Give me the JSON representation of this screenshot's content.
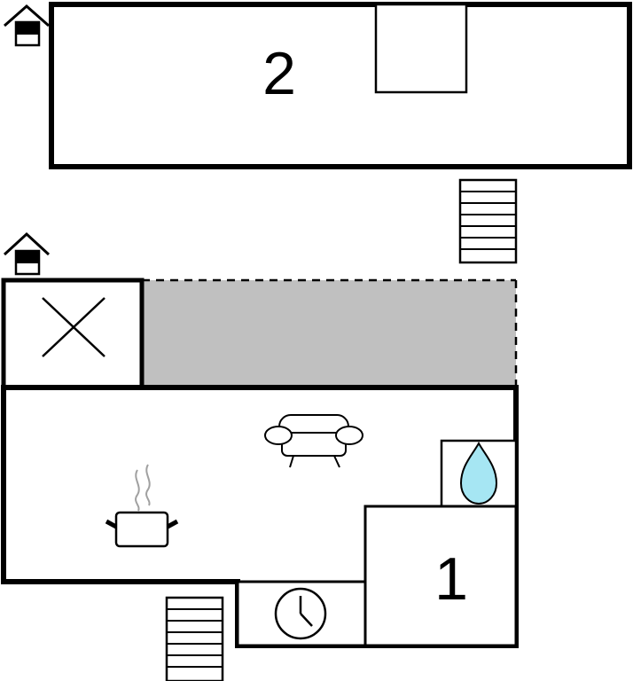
{
  "floors": [
    {
      "level_icon": "floor-level-house-icon",
      "rooms": [
        {
          "label": "2",
          "kind": "bedroom"
        }
      ],
      "features": [
        "wardrobe",
        "staircase"
      ]
    },
    {
      "level_icon": "floor-level-house-icon",
      "rooms": [
        {
          "label": "1",
          "kind": "bedroom"
        },
        {
          "label": "",
          "kind": "living-kitchen"
        },
        {
          "label": "",
          "kind": "bathroom"
        },
        {
          "label": "",
          "kind": "utility"
        },
        {
          "label": "",
          "kind": "open-void"
        }
      ],
      "features": [
        "sofa-icon",
        "cooking-pot-icon",
        "water-drop-icon",
        "clock-icon",
        "staircase",
        "covered-terrace"
      ]
    }
  ],
  "colors": {
    "wall": "#000000",
    "background": "#ffffff",
    "terrace_fill": "#c0c0c0",
    "water_drop": "#a6e6f3",
    "steam": "#a0a0a0"
  },
  "icons": {
    "level": "floor-level-house-icon",
    "sofa": "sofa-icon",
    "cooking": "cooking-pot-icon",
    "bathroom": "water-drop-icon",
    "sauna": "clock-icon",
    "void": "x-cross-icon",
    "stairs": "staircase-icon"
  }
}
